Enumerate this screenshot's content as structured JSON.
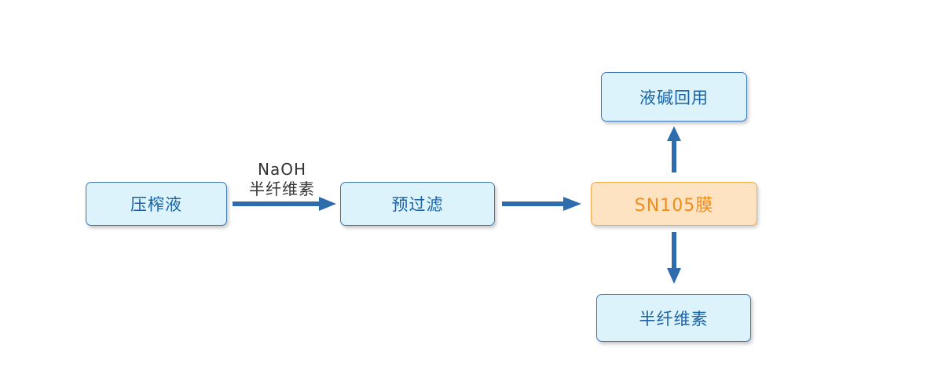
{
  "diagram": {
    "nodes": {
      "press_liquid": "压榨液",
      "prefilter": "预过滤",
      "membrane": "SN105膜",
      "alkali_reuse": "液碱回用",
      "hemicellulose": "半纤维素"
    },
    "edge_labels": {
      "additive_1": "NaOH",
      "additive_2": "半纤维素"
    },
    "colors": {
      "node_fill": "#dcf3fb",
      "node_border": "#3d78b4",
      "node_text": "#1c63a6",
      "highlight_fill": "#fde3c2",
      "highlight_border": "#f3a84a",
      "highlight_text": "#f28c1a",
      "arrow": "#2e6cae"
    }
  }
}
